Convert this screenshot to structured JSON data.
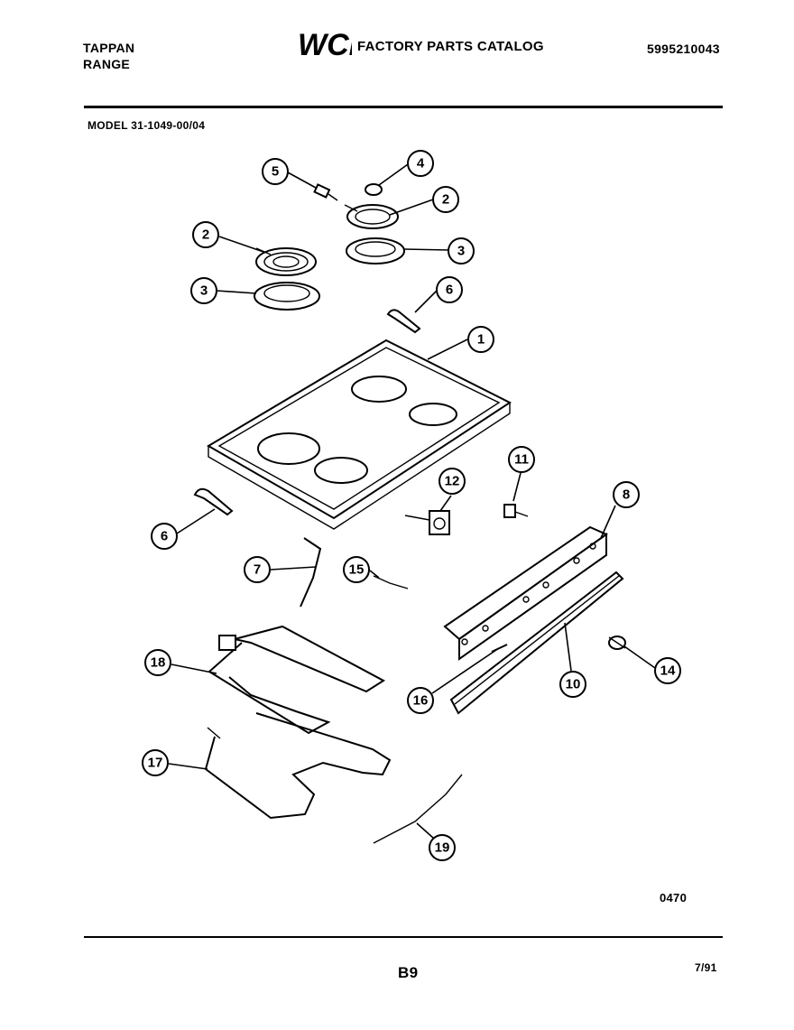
{
  "header": {
    "brand_line1": "TAPPAN",
    "brand_line2": "RANGE",
    "logo_text": "WCI",
    "catalog_title": "FACTORY PARTS CATALOG",
    "part_number": "5995210043",
    "model": "MODEL 31-1049-00/04"
  },
  "callouts": [
    "1",
    "2",
    "2",
    "3",
    "3",
    "4",
    "5",
    "6",
    "6",
    "7",
    "8",
    "10",
    "11",
    "12",
    "14",
    "15",
    "16",
    "17",
    "18",
    "19"
  ],
  "footer": {
    "diagram_code": "0470",
    "page": "B9",
    "date": "7/91"
  }
}
